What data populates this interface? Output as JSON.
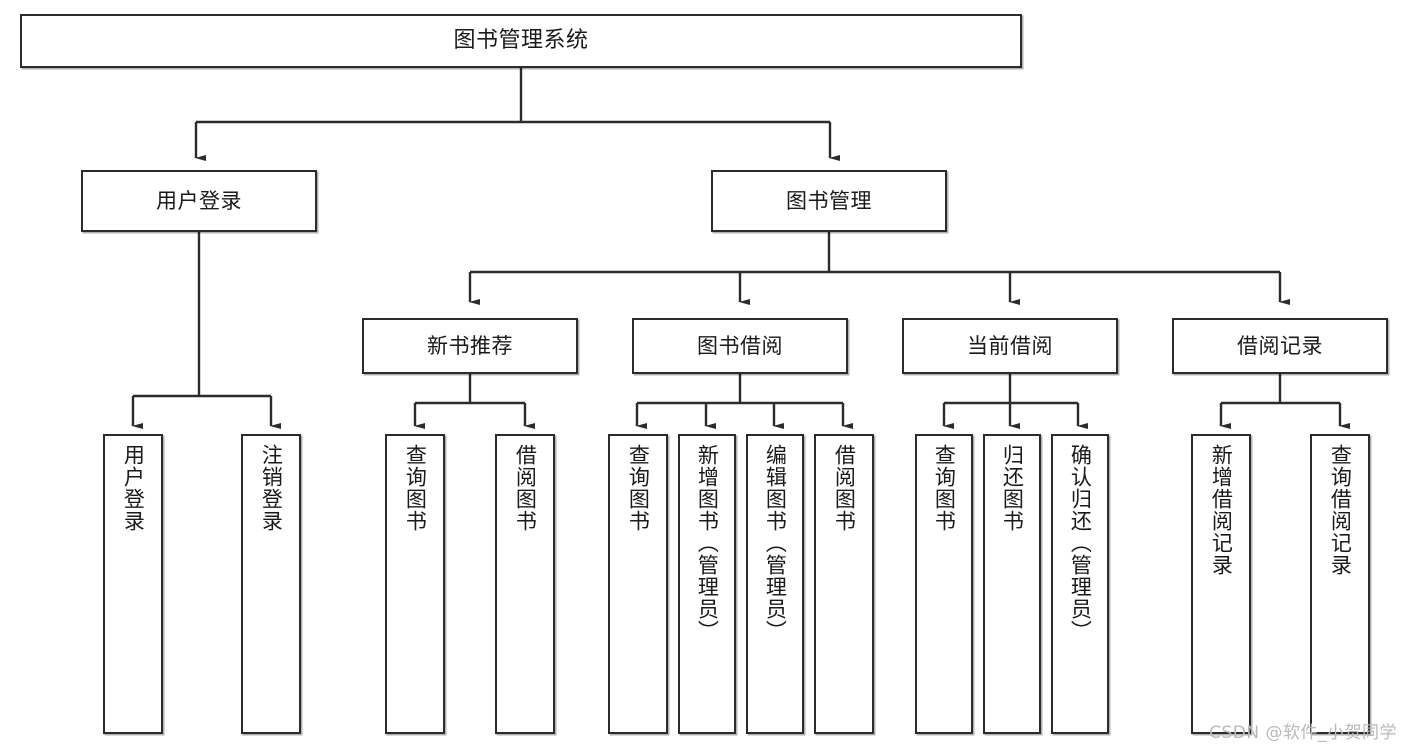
{
  "diagram": {
    "title": "图书管理系统",
    "type": "hierarchy-tree",
    "watermark": "CSDN @软件_小贺同学",
    "colors": {
      "box_border": "#2b2b2b",
      "box_fill": "#ffffff",
      "connector": "#2b2b2b",
      "text": "#1a1a1a",
      "watermark": "#b9b9b9"
    },
    "levels": {
      "root": {
        "label": "图书管理系统"
      },
      "level2": [
        {
          "label": "用户登录"
        },
        {
          "label": "图书管理"
        }
      ],
      "level3": [
        {
          "label": "新书推荐"
        },
        {
          "label": "图书借阅"
        },
        {
          "label": "当前借阅"
        },
        {
          "label": "借阅记录"
        }
      ],
      "leaves": [
        {
          "label": "用户登录",
          "parent": "用户登录"
        },
        {
          "label": "注销登录",
          "parent": "用户登录"
        },
        {
          "label": "查询图书",
          "parent": "新书推荐"
        },
        {
          "label": "借阅图书",
          "parent": "新书推荐"
        },
        {
          "label": "查询图书",
          "parent": "图书借阅"
        },
        {
          "label": "新增图书（管理员）",
          "parent": "图书借阅"
        },
        {
          "label": "编辑图书（管理员）",
          "parent": "图书借阅"
        },
        {
          "label": "借阅图书",
          "parent": "图书借阅"
        },
        {
          "label": "查询图书",
          "parent": "当前借阅"
        },
        {
          "label": "归还图书",
          "parent": "当前借阅"
        },
        {
          "label": "确认归还（管理员）",
          "parent": "当前借阅"
        },
        {
          "label": "新增借阅记录",
          "parent": "借阅记录"
        },
        {
          "label": "查询借阅记录",
          "parent": "借阅记录"
        }
      ]
    }
  }
}
